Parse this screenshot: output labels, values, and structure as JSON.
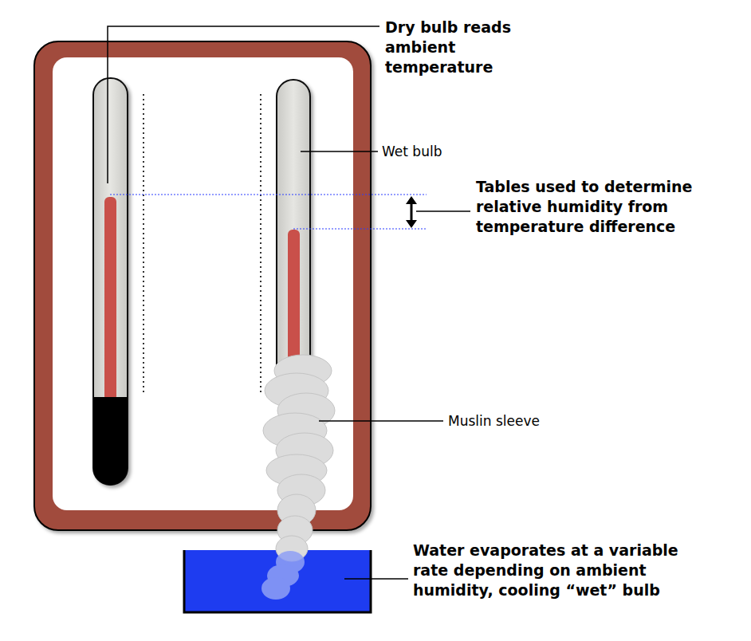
{
  "diagram": {
    "labels": [
      "Dry bulb reads ambient temperature",
      "Wet bulb",
      "Tables used to determine relative humidity from temperature difference",
      "Muslin sleeve",
      "Water evaporates at a variable rate depending on ambient humidity, cooling “wet” bulb"
    ]
  }
}
